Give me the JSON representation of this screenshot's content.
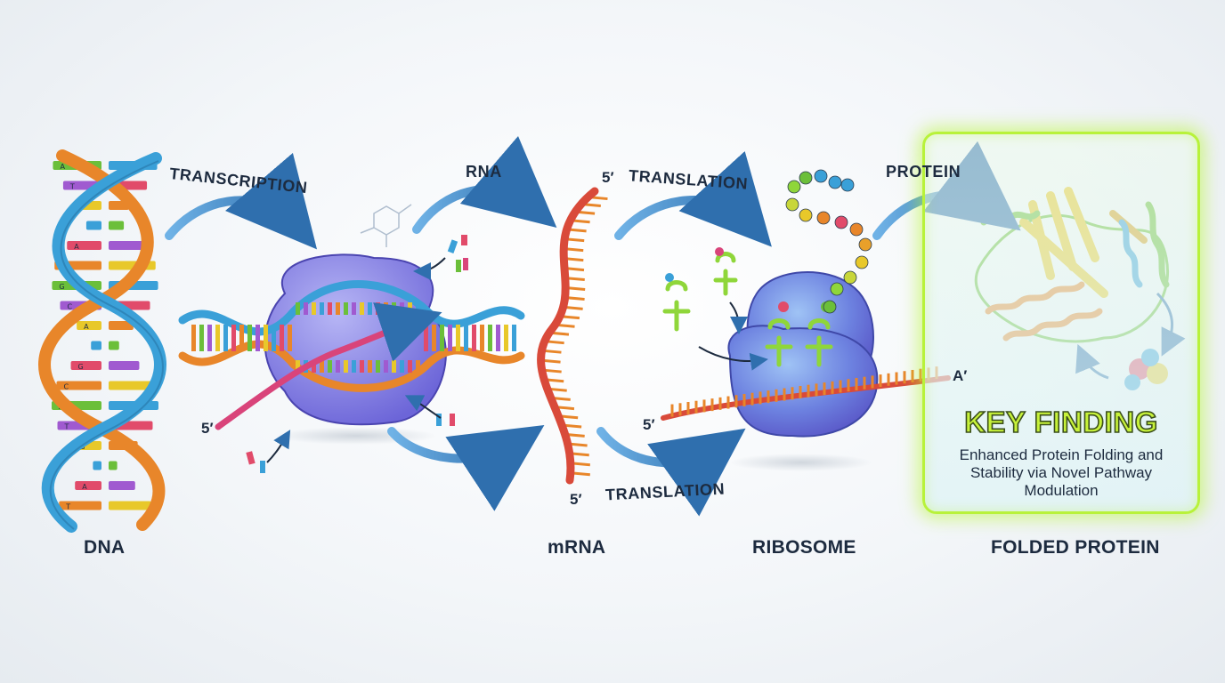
{
  "stages": {
    "dna": "DNA",
    "mrna": "mRNA",
    "ribosome": "RIBOSOME",
    "folded_protein": "FOLDED PROTEIN"
  },
  "arrows": {
    "transcription": "TRANSCRIPTION",
    "rna": "RNA",
    "translation_top": "TRANSLATION",
    "translation_bottom": "TRANSLATION",
    "protein": "PROTEIN"
  },
  "primes": {
    "transcription_5": "5′",
    "mrna_top_5": "5′",
    "mrna_bottom_5": "5′",
    "ribosome_5": "5′",
    "ribosome_a": "A′"
  },
  "key_finding": {
    "title": "KEY FINDING",
    "description": "Enhanced Protein Folding and Stability via Novel Pathway Modulation"
  },
  "dna_base_letters": [
    "A",
    "T",
    "G",
    "C",
    "A",
    "T",
    "G",
    "C",
    "A",
    "T",
    "G",
    "C",
    "A",
    "T",
    "G",
    "C",
    "A",
    "T"
  ],
  "colors": {
    "arrow": "#3a7dbf",
    "strand_blue": "#3aa0d8",
    "strand_orange": "#e8862a",
    "rna_red": "#d94a3a",
    "ribosome": "#6d82e0",
    "highlight": "#b8f23a",
    "text": "#1d2b3f"
  }
}
